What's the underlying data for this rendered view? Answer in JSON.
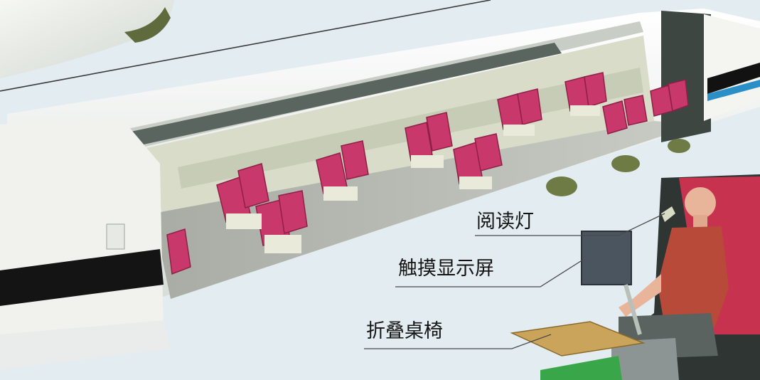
{
  "labels": {
    "reading_light": "阅读灯",
    "touch_screen": "触摸显示屏",
    "folding_table": "折叠桌椅"
  },
  "colors": {
    "background": "#e3ecf1",
    "train_body": "#f3f4f1",
    "seat": "#c8386a",
    "floor": "#b9bcb5",
    "stripe": "#111111",
    "window_blue": "#2a8fc7",
    "shirt": "#b84a3a",
    "skin": "#e8b49a",
    "table_top": "#c9a45a"
  },
  "icons": [
    "reading-light-icon",
    "touch-screen-icon",
    "folding-table-icon"
  ]
}
